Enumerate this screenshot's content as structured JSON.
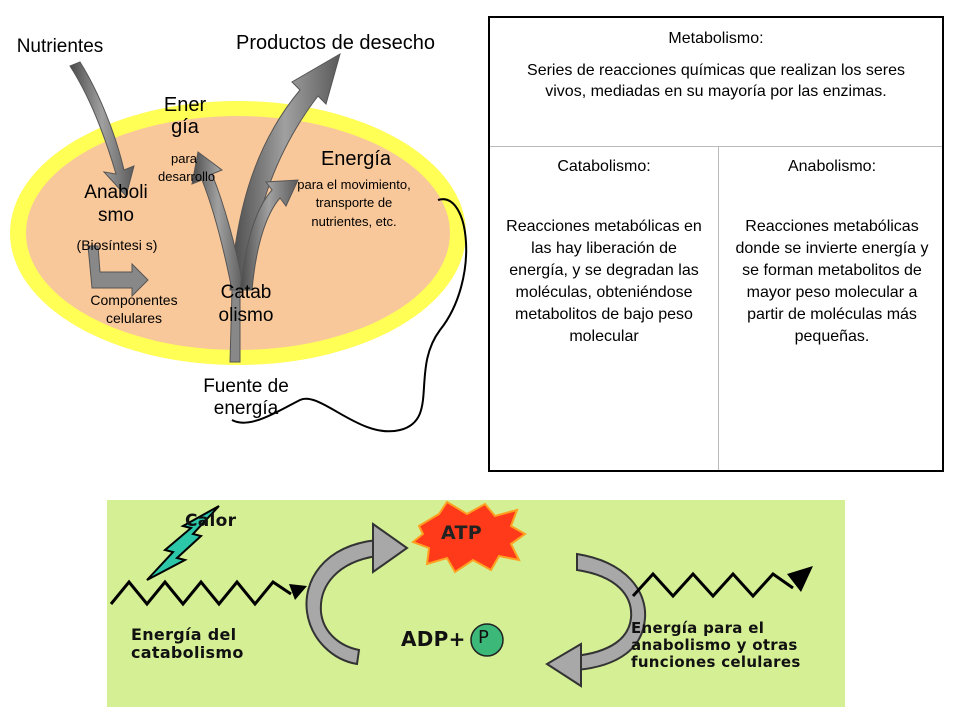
{
  "cell_diagram": {
    "nutrientes": "Nutrientes",
    "productos_desecho": "Productos de desecho",
    "energia_desarrollo_title": "Ener gía",
    "energia_desarrollo_sub": "para desarrollo",
    "energia_movimiento_title": "Energía",
    "energia_movimiento_sub": "para el movimiento, transporte de nutrientes, etc.",
    "anabolismo": "Anaboli smo",
    "biosintesis": "(Biosíntesi s)",
    "componentes": "Componentes celulares",
    "catabolismo": "Catab olismo",
    "fuente_energia": "Fuente de energía",
    "colors": {
      "cell_fill": "#f9c89a",
      "cell_ring": "#ffff55",
      "arrow_gray": "#7a7a7a"
    }
  },
  "metabolism_table": {
    "title": "Metabolismo:",
    "definition": "Series de reacciones químicas que realizan los seres vivos, mediadas en su mayoría por las enzimas.",
    "columns": [
      {
        "header": "Catabolismo:",
        "body": "Reacciones metabólicas en las hay liberación de energía, y se degradan las moléculas, obteniéndose metabolitos de bajo peso molecular"
      },
      {
        "header": "Anabolismo:",
        "body": "Reacciones metabólicas donde se invierte energía y se forman metabolitos de mayor peso molecular a partir de moléculas más pequeñas."
      }
    ]
  },
  "atp_cycle": {
    "calor": "Calor",
    "energia_catabolismo": "Energía del catabolismo",
    "atp": "ATP",
    "adp": "ADP+",
    "p": "P",
    "energia_anabolismo": "Energía para el anabolismo y otras funciones celulares",
    "colors": {
      "panel": "#d5ef95",
      "atp_star": "#ff3a1a",
      "p_circle": "#3cb878",
      "bolt": "#2cc6a8"
    }
  }
}
